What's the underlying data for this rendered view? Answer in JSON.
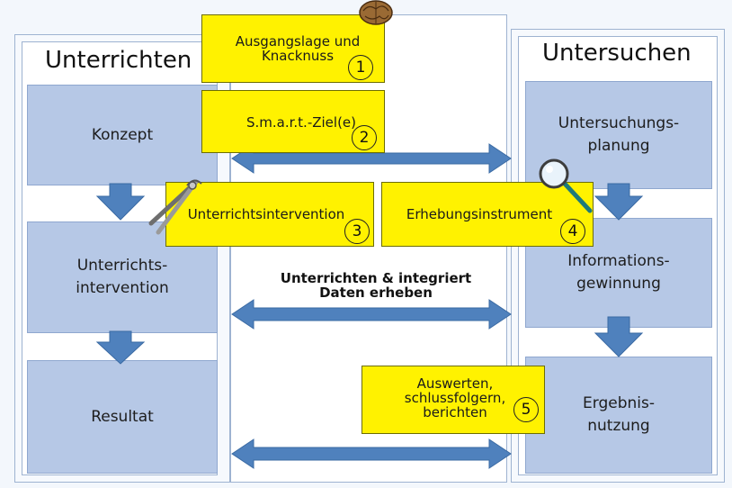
{
  "left_column": {
    "title": "Unterrichten",
    "stages": [
      "Konzept",
      "Unterrichts-\nintervention",
      "Resultat"
    ]
  },
  "right_column": {
    "title": "Untersuchen",
    "stages": [
      "Untersuchungs-\nplanung",
      "Informations-\ngewinnung",
      "Ergebnis-\nnutzung"
    ]
  },
  "steps": [
    {
      "number": "1",
      "label": "Ausgangslage und\nKnacknuss"
    },
    {
      "number": "2",
      "label": "S.m.a.r.t.-Ziel(e)"
    },
    {
      "number": "3",
      "label": "Unterrichtsintervention"
    },
    {
      "number": "4",
      "label": "Erhebungsinstrument"
    },
    {
      "number": "5",
      "label": "Auswerten,\nschlussfolgern,\nberichten"
    }
  ],
  "center_label": "Unterrichten & integriert\nDaten erheben",
  "colors": {
    "stage_fill": "#b6c8e6",
    "step_fill": "#fff200",
    "arrow_fill": "#4f81bd",
    "frame_border": "#9eb3d1"
  },
  "icons": [
    "walnut-icon",
    "nutcracker-icon",
    "magnifier-icon"
  ]
}
